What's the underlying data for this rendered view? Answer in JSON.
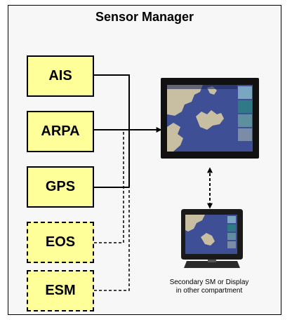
{
  "title": "Sensor Manager",
  "sensors": [
    {
      "label": "AIS",
      "style": "solid"
    },
    {
      "label": "ARPA",
      "style": "solid"
    },
    {
      "label": "GPS",
      "style": "solid"
    },
    {
      "label": "EOS",
      "style": "dashed"
    },
    {
      "label": "ESM",
      "style": "dashed"
    }
  ],
  "secondary_caption": {
    "line1": "Secondary SM or Display",
    "line2": "in other compartment"
  },
  "colors": {
    "sensor_fill": "#ffff99",
    "panel_background": "#f7f7f7",
    "map_water": "#3e4f96",
    "map_land": "#c8bfa3"
  },
  "icons": {
    "main_display": "ship-display-monitor-icon",
    "secondary_display": "tablet-display-icon"
  }
}
